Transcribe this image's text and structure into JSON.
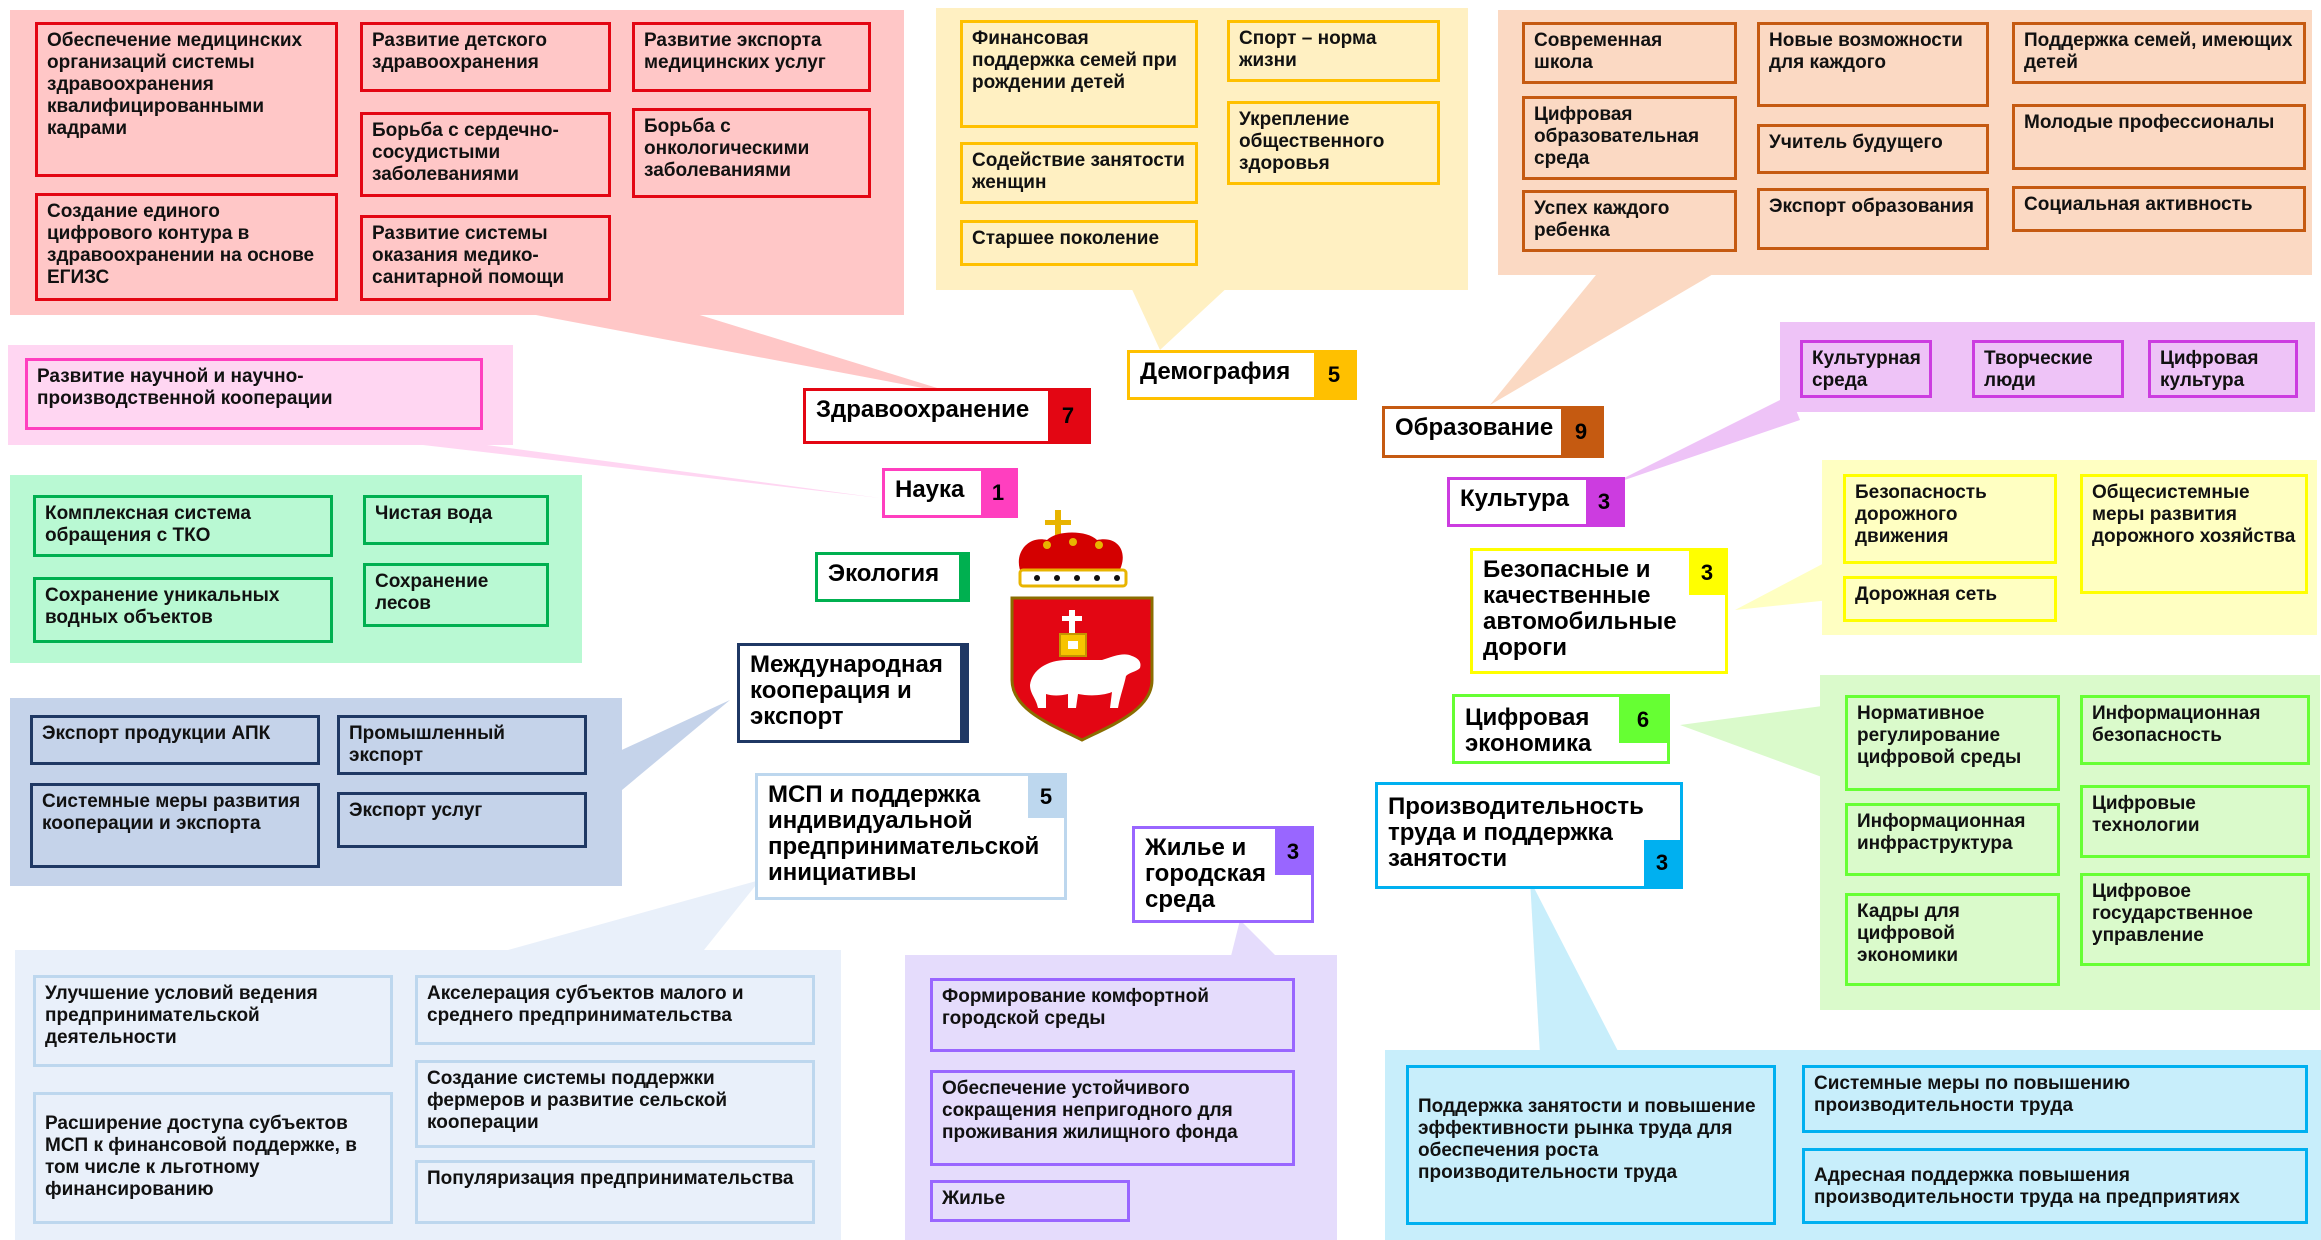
{
  "colors": {
    "health": "#e30613",
    "demography": "#ffc000",
    "education": "#c55a11",
    "science": "#ff3fbf",
    "culture": "#cc3ce0",
    "ecology": "#00b050",
    "roads": "#ffff00",
    "international": "#1f3864",
    "digital": "#66ff33",
    "sme": "#bdd7ee",
    "productivity": "#00b0f0",
    "housing": "#9966ff"
  },
  "coat_of_arms": {
    "name": "perm-krai-coat-of-arms"
  },
  "hubs": {
    "health": {
      "title": "Здравоохранение",
      "count": "7"
    },
    "demography": {
      "title": "Демография",
      "count": "5"
    },
    "education": {
      "title": "Образование",
      "count": "9"
    },
    "science": {
      "title": "Наука",
      "count": "1"
    },
    "culture": {
      "title": "Культура",
      "count": "3"
    },
    "ecology": {
      "title": "Экология",
      "count": ""
    },
    "roads": {
      "title": "Безопасные и качественные автомобильные дороги",
      "count": "3"
    },
    "international": {
      "title": "Международная кооперация и экспорт",
      "count": ""
    },
    "digital": {
      "title": "Цифровая экономика",
      "count": "6"
    },
    "sme": {
      "title": "МСП и поддержка индивидуальной предпринимательской инициативы",
      "count": "5"
    },
    "productivity": {
      "title": "Производительность труда и поддержка занятости",
      "count": "3"
    },
    "housing": {
      "title": "Жилье и городская среда",
      "count": "3"
    }
  },
  "projects": {
    "health": [
      "Обеспечение медицинских организаций системы здравоохранения квалифицированными кадрами",
      "Развитие детского здравоохранения",
      "Развитие экспорта медицинских услуг",
      "Борьба с сердечно-сосудистыми заболеваниями",
      "Борьба с онкологическими заболеваниями",
      "Создание единого цифрового контура в здравоохранении на основе ЕГИЗС",
      "Развитие системы оказания медико-санитарной помощи"
    ],
    "demography": [
      "Финансовая поддержка семей при рождении детей",
      "Спорт – норма жизни",
      "Укрепление общественного здоровья",
      "Содействие занятости женщин",
      "Старшее поколение"
    ],
    "education": [
      "Современная школа",
      "Новые возможности для каждого",
      "Поддержка семей, имеющих детей",
      "Цифровая образовательная среда",
      "Учитель будущего",
      "Молодые профессионалы",
      "Успех каждого ребенка",
      "Экспорт образования",
      "Социальная активность"
    ],
    "science": [
      "Развитие научной и научно-производственной кооперации"
    ],
    "culture": [
      "Культурная среда",
      "Творческие люди",
      "Цифровая культура"
    ],
    "ecology": [
      "Комплексная система обращения с ТКО",
      "Чистая вода",
      "Сохранение уникальных водных объектов",
      "Сохранение лесов"
    ],
    "roads": [
      "Безопасность дорожного движения",
      "Общесистемные меры развития дорожного хозяйства",
      "Дорожная сеть"
    ],
    "international": [
      "Экспорт продукции АПК",
      "Промышленный экспорт",
      "Системные меры развития кооперации и экспорта",
      "Экспорт услуг"
    ],
    "digital": [
      "Нормативное регулирование цифровой среды",
      "Информационная безопасность",
      "Информационная инфраструктура",
      "Цифровые технологии",
      "Кадры для цифровой экономики",
      "Цифровое государственное управление"
    ],
    "sme": [
      "Улучшение условий ведения предпринимательской деятельности",
      "Акселерация субъектов малого и среднего предпринимательства",
      "Создание системы поддержки фермеров и развитие сельской кооперации",
      "Расширение доступа субъектов МСП к финансовой поддержке, в том числе к льготному финансированию",
      "Популяризация предпринимательства"
    ],
    "housing": [
      "Формирование комфортной городской среды",
      "Обеспечение устойчивого сокращения непригодного для проживания жилищного фонда",
      "Жилье"
    ],
    "productivity": [
      "Поддержка занятости и повышение эффективности рынка труда для обеспечения роста производительности труда",
      "Системные меры по повышению производительности труда",
      "Адресная поддержка повышения производительности труда на предприятиях"
    ]
  }
}
